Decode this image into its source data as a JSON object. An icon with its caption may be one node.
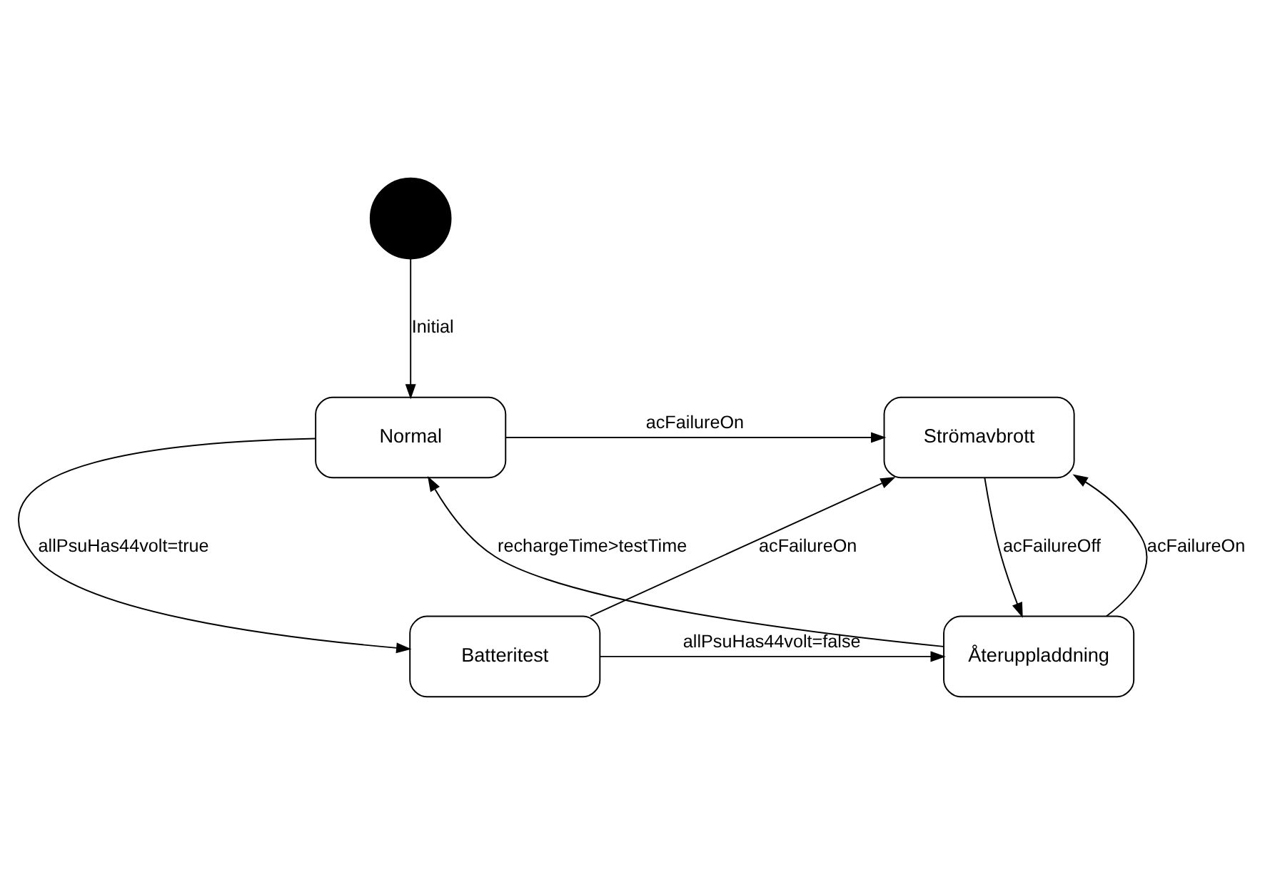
{
  "diagram": {
    "nodes": [
      {
        "text": [],
        "shape": "circle"
      },
      {
        "text": [
          "Normal"
        ]
      },
      {
        "text": [
          "Strömavbrott"
        ]
      },
      {
        "text": [
          "Batteritest"
        ]
      },
      {
        "text": [
          "Återuppladdning"
        ]
      }
    ],
    "edges": [
      {
        "from": 0,
        "to": 1,
        "arrow": "to",
        "label": "Initial"
      },
      {
        "from": 1,
        "to": 2,
        "arrow": "to",
        "label": "acFailureOn"
      },
      {
        "from": 1,
        "to": 3,
        "arrow": "to",
        "label": "allPsuHas44volt=true"
      },
      {
        "from": 3,
        "to": 2,
        "arrow": "to",
        "label": "acFailureOn"
      },
      {
        "from": 4,
        "to": 2,
        "arrow": "to",
        "label": "acFailureOn"
      },
      {
        "from": 2,
        "to": 4,
        "arrow": "to",
        "label": "acFailureOff"
      },
      {
        "from": 3,
        "to": 4,
        "arrow": "to",
        "label": "allPsuHas44volt=false"
      },
      {
        "from": 4,
        "to": 1,
        "arrow": "to",
        "label": "rechargeTime>testTime"
      }
    ]
  }
}
